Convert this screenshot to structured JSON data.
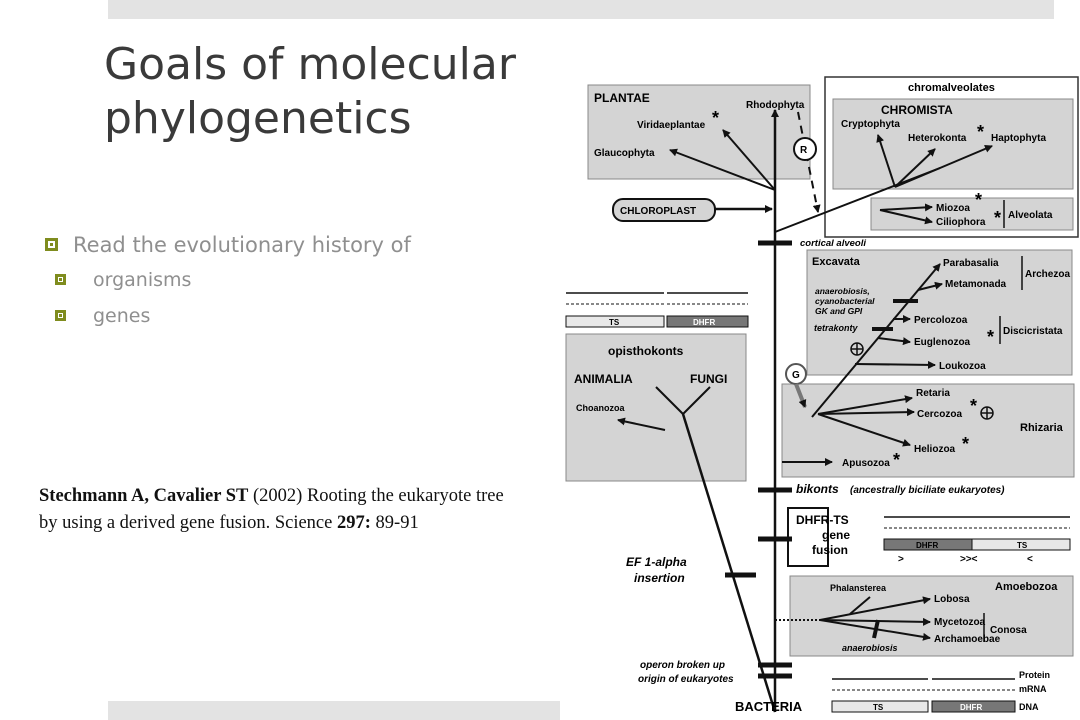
{
  "title_line1": "Goals of molecular",
  "title_line2": "phylogenetics",
  "bullets": {
    "main": "Read the evolutionary history of",
    "sub": [
      "organisms",
      "genes"
    ]
  },
  "citation": {
    "authors": "Stechmann A, Cavalier ST",
    "year": "(2002)",
    "text": "Rooting the eukaryote tree by using a derived gene fusion. Science",
    "volume": "297:",
    "pages": "89-91"
  },
  "diagram": {
    "plantae": "PLANTAE",
    "rhodophyta": "Rhodophyta",
    "viridaeplantae": "Viridaeplantae",
    "glaucophyta": "Glaucophyta",
    "R": "R",
    "chloroplast": "CHLOROPLAST",
    "chromalveolates": "chromalveolates",
    "chromista": "CHROMISTA",
    "cryptophyta": "Cryptophyta",
    "heterokonta": "Heterokonta",
    "haptophyta": "Haptophyta",
    "miozoa": "Miozoa",
    "ciliophora": "Ciliophora",
    "alveolata": "Alveolata",
    "cortical_alveoli": "cortical alveoli",
    "excavata": "Excavata",
    "parabasalia": "Parabasalia",
    "metamonada": "Metamonada",
    "archezoa": "Archezoa",
    "anaerobiosis_1": "anaerobiosis,",
    "anaerobiosis_2": "cyanobacterial",
    "anaerobiosis_3": "GK and GPI",
    "tetrakonty": "tetrakonty",
    "percolozoa": "Percolozoa",
    "euglenozoa": "Euglenozoa",
    "discicristata": "Discicristata",
    "loukozoa": "Loukozoa",
    "G": "G",
    "retaria": "Retaria",
    "cercozoa": "Cercozoa",
    "heliozoa": "Heliozoa",
    "rhizaria": "Rhizaria",
    "apusozoa": "Apusozoa",
    "bikonts": "bikonts",
    "bikonts_note": "(ancestrally biciliate eukaryotes)",
    "dhfrts_1": "DHFR-TS",
    "dhfrts_2": "gene",
    "dhfrts_3": "fusion",
    "dhfr": "DHFR",
    "ts": "TS",
    "gt": ">",
    "gtlt": ">><",
    "lt": "<",
    "ef_1": "EF 1-alpha",
    "ef_2": "insertion",
    "amoebozoa": "Amoebozoa",
    "phalansterea": "Phalansterea",
    "lobosa": "Lobosa",
    "mycetozoa": "Mycetozoa",
    "archamoebae": "Archamoebae",
    "conosa": "Conosa",
    "anaerobiosis": "anaerobiosis",
    "opisthokonts": "opisthokonts",
    "animalia": "ANIMALIA",
    "fungi": "FUNGI",
    "choanozoa": "Choanozoa",
    "operon_1": "operon broken up",
    "operon_2": "origin of eukaryotes",
    "bacteria": "BACTERIA",
    "protein": "Protein",
    "mrna": "mRNA",
    "dna": "DNA",
    "star": "*",
    "plus": "⊕"
  }
}
